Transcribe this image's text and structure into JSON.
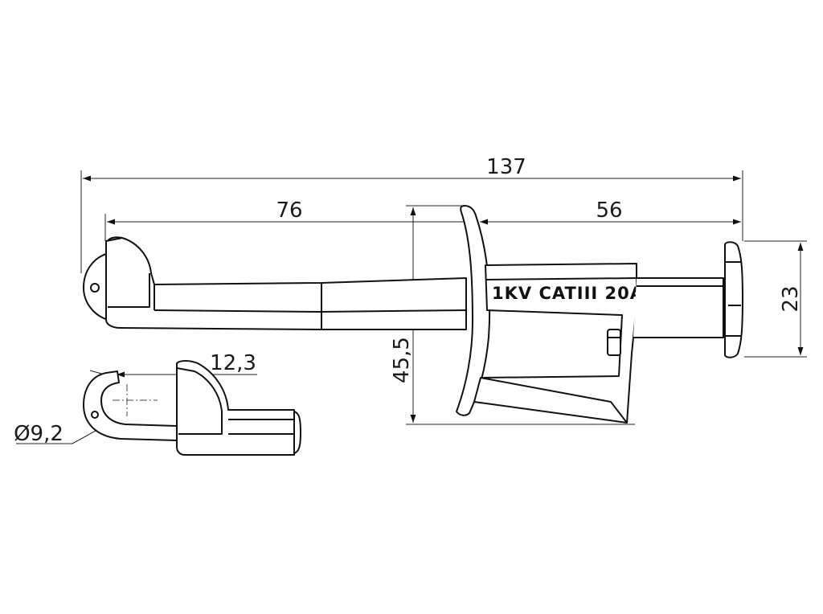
{
  "dimensions": {
    "overall_length": "137",
    "left_section": "76",
    "right_section": "56",
    "height": "45,5",
    "end_cap_height": "23",
    "hook_opening": "12,3",
    "hook_diameter": "Ø9,2"
  },
  "part_marking": "1KV CATIII 20A"
}
